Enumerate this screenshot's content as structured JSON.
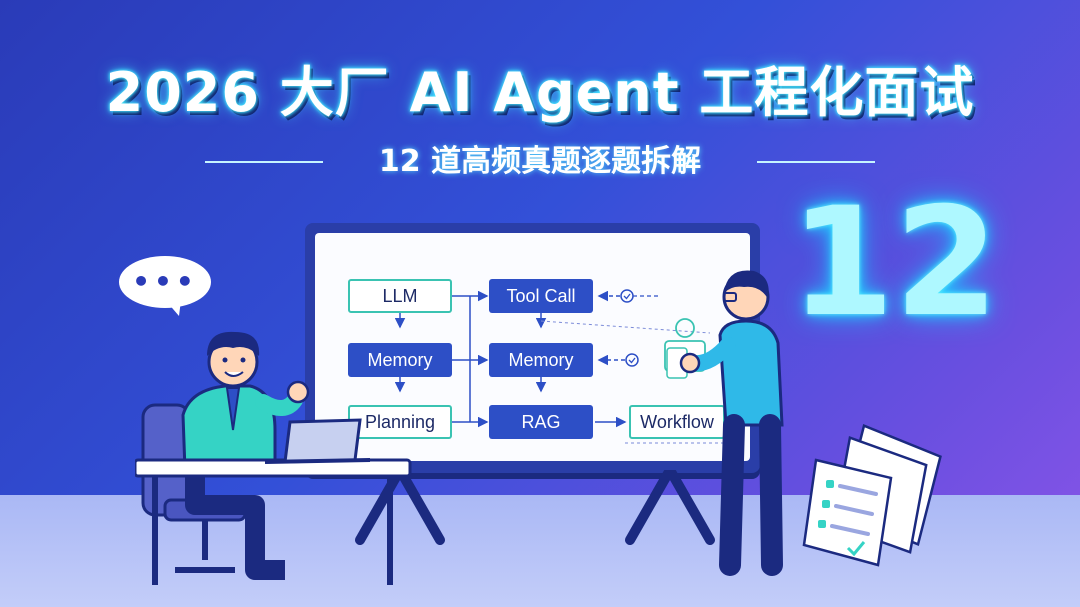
{
  "header": {
    "title": "2026 大厂 AI Agent 工程化面试",
    "subtitle": "12 道高频真题逐题拆解"
  },
  "badge": {
    "number": "12"
  },
  "speech_bubble": {
    "text": "•••"
  },
  "whiteboard": {
    "left_column": [
      "LLM",
      "Memory",
      "Planning"
    ],
    "middle_column": [
      "Tool Call",
      "Memory",
      "RAG"
    ],
    "right_column": [
      "Workflow"
    ]
  },
  "colors": {
    "background_start": "#2a3bb8",
    "background_end": "#8a55e8",
    "accent_glow": "#2fd9ff",
    "node_outline": "#3ac3b2",
    "node_solid": "#2d4fc6"
  }
}
